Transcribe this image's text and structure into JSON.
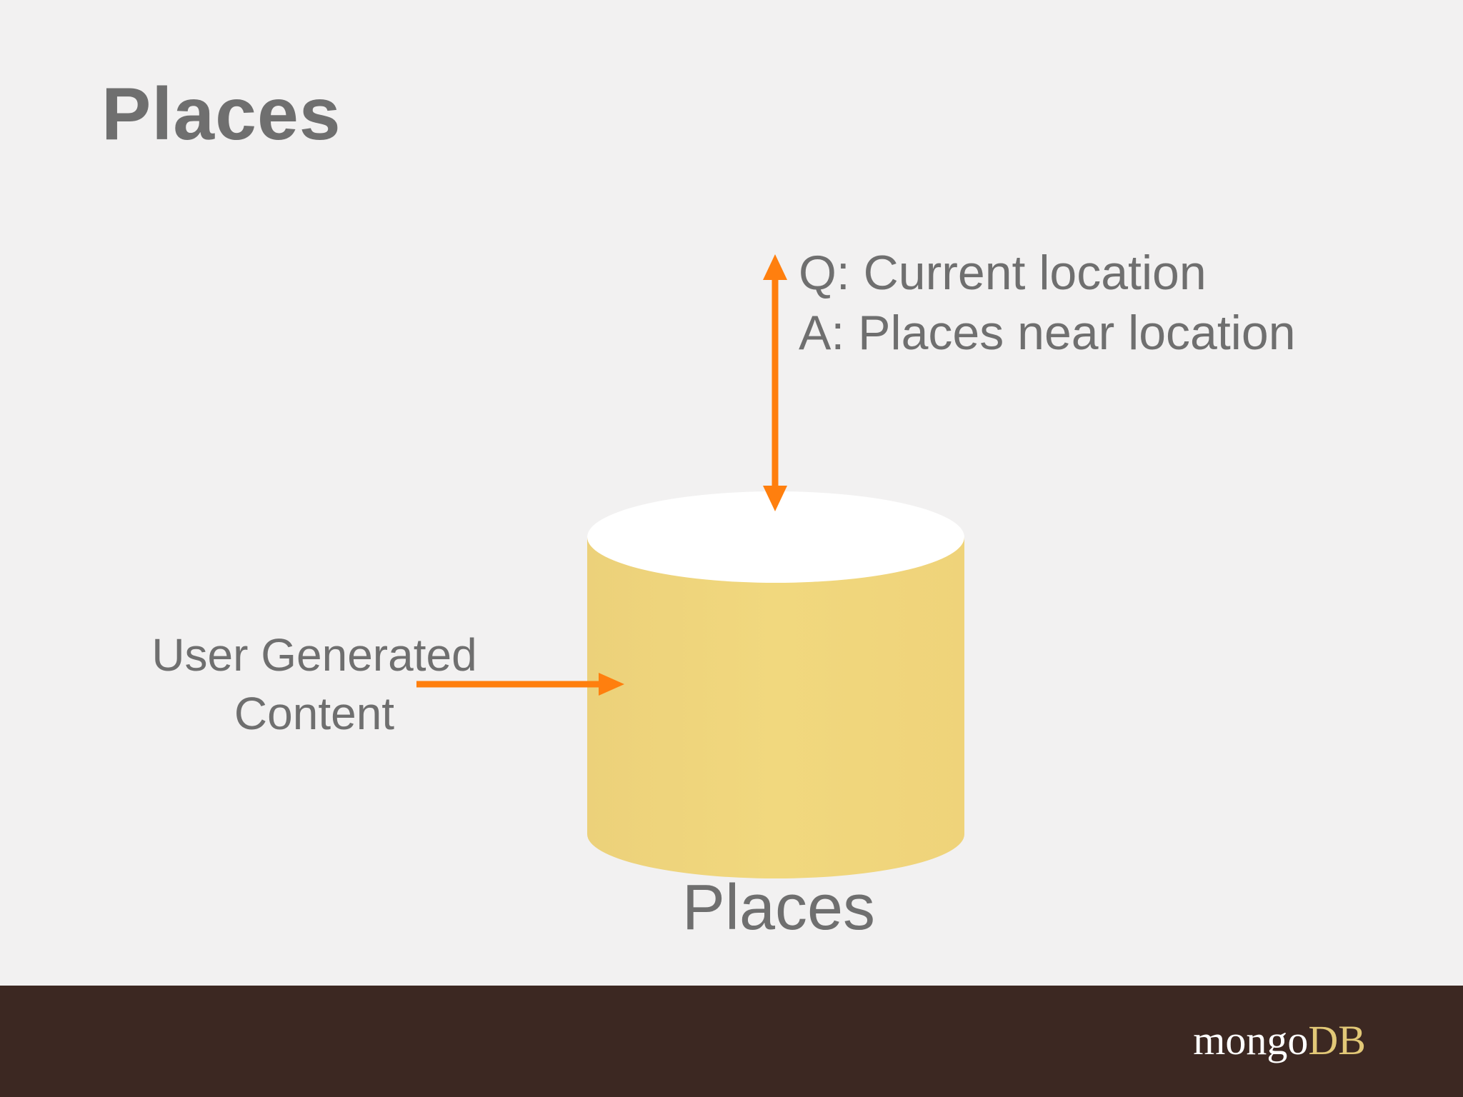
{
  "slide": {
    "title": "Places"
  },
  "diagram": {
    "query_label": "Q: Current location",
    "answer_label": "A: Places near location",
    "input_label_line1": "User Generated",
    "input_label_line2": "Content",
    "database_label": "Places"
  },
  "footer": {
    "logo_part1": "mongo",
    "logo_part2": "DB"
  },
  "colors": {
    "background": "#f2f1f1",
    "text": "#6f6f6f",
    "arrow": "#ff7f0e",
    "cylinder_body": "#f0d37a",
    "cylinder_top": "#ffffff",
    "footer": "#3c2822",
    "logo_accent": "#e2c877"
  }
}
